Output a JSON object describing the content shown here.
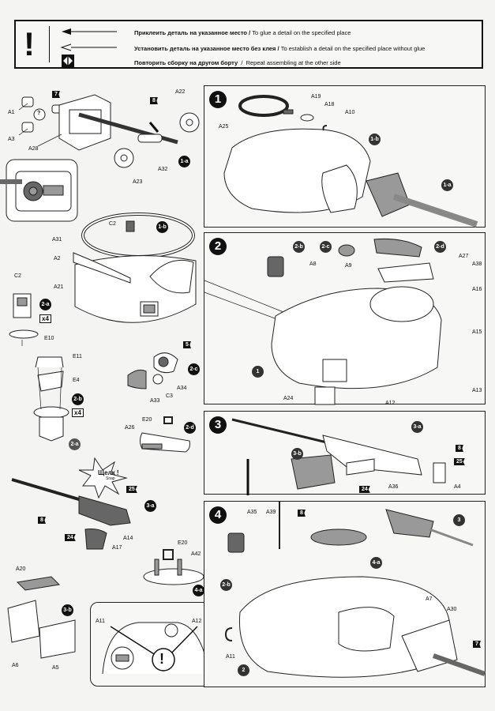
{
  "legend": {
    "exclamation": "!",
    "rows": [
      {
        "icon": "solid-arrow-left-icon",
        "ru": "Приклеить деталь на указанное место",
        "en": "To glue a detail on the specified place"
      },
      {
        "icon": "hollow-arrow-left-icon",
        "ru": "Установить деталь на указанное место без клея",
        "en": "To establish a detail on the specified place without glue"
      },
      {
        "icon": "repeat-both-sides-icon",
        "ru": "Повторить сборку на другом борту",
        "en": "Repeat assembling at the other side"
      }
    ],
    "separator": "/"
  },
  "substeps": {
    "s1a": {
      "badge": "1-a",
      "parts": [
        "A1",
        "A3",
        "A28",
        "A22",
        "A23",
        "A32"
      ],
      "stars": [
        "7",
        "8"
      ],
      "question": "?"
    },
    "s1b": {
      "badge": "1-b",
      "parts": [
        "C2",
        "A31",
        "A2",
        "A21"
      ]
    },
    "s2a": {
      "badge": "2-a",
      "parts": [
        "C2",
        "E10"
      ],
      "qty": "x4"
    },
    "s2b": {
      "badge": "2-b",
      "parts": [
        "E11",
        "E4"
      ],
      "qty": "x4",
      "ref": "2-a"
    },
    "s2c": {
      "badge": "2-c",
      "parts": [
        "A34",
        "A33",
        "C3"
      ],
      "stars": [
        "5"
      ]
    },
    "s2d": {
      "badge": "2-d",
      "parts": [
        "E20",
        "A26"
      ]
    },
    "s3a": {
      "badge": "3-a",
      "parts": [
        "A14",
        "A17"
      ],
      "stars": [
        "8",
        "24",
        "25"
      ],
      "snap_ru": "Щелк !",
      "snap_en": "Snap"
    },
    "s3b": {
      "badge": "3-b",
      "parts": [
        "A20",
        "A6",
        "A5"
      ]
    },
    "s4a": {
      "badge": "4-a",
      "parts": [
        "E20",
        "A42"
      ]
    },
    "detail": {
      "parts": [
        "A11",
        "A12"
      ],
      "warning": "!"
    }
  },
  "steps": [
    {
      "number": "1",
      "parts": [
        "A25",
        "A19",
        "A18",
        "A10"
      ],
      "refs": [
        "1-b",
        "1-a"
      ]
    },
    {
      "number": "2",
      "parts": [
        "A8",
        "A9",
        "A27",
        "A38",
        "A16",
        "A15",
        "A13",
        "A12",
        "A24"
      ],
      "refs": [
        "2-b",
        "2-c",
        "2-d",
        "1"
      ]
    },
    {
      "number": "3",
      "parts": [
        "A36",
        "A4"
      ],
      "refs": [
        "3-a",
        "3-b"
      ],
      "stars": [
        "8",
        "25",
        "24"
      ]
    },
    {
      "number": "4",
      "parts": [
        "A35",
        "A39",
        "A7",
        "A30",
        "A11"
      ],
      "refs": [
        "3",
        "4-a",
        "2-b",
        "2"
      ],
      "stars": [
        "8",
        "7"
      ]
    }
  ]
}
